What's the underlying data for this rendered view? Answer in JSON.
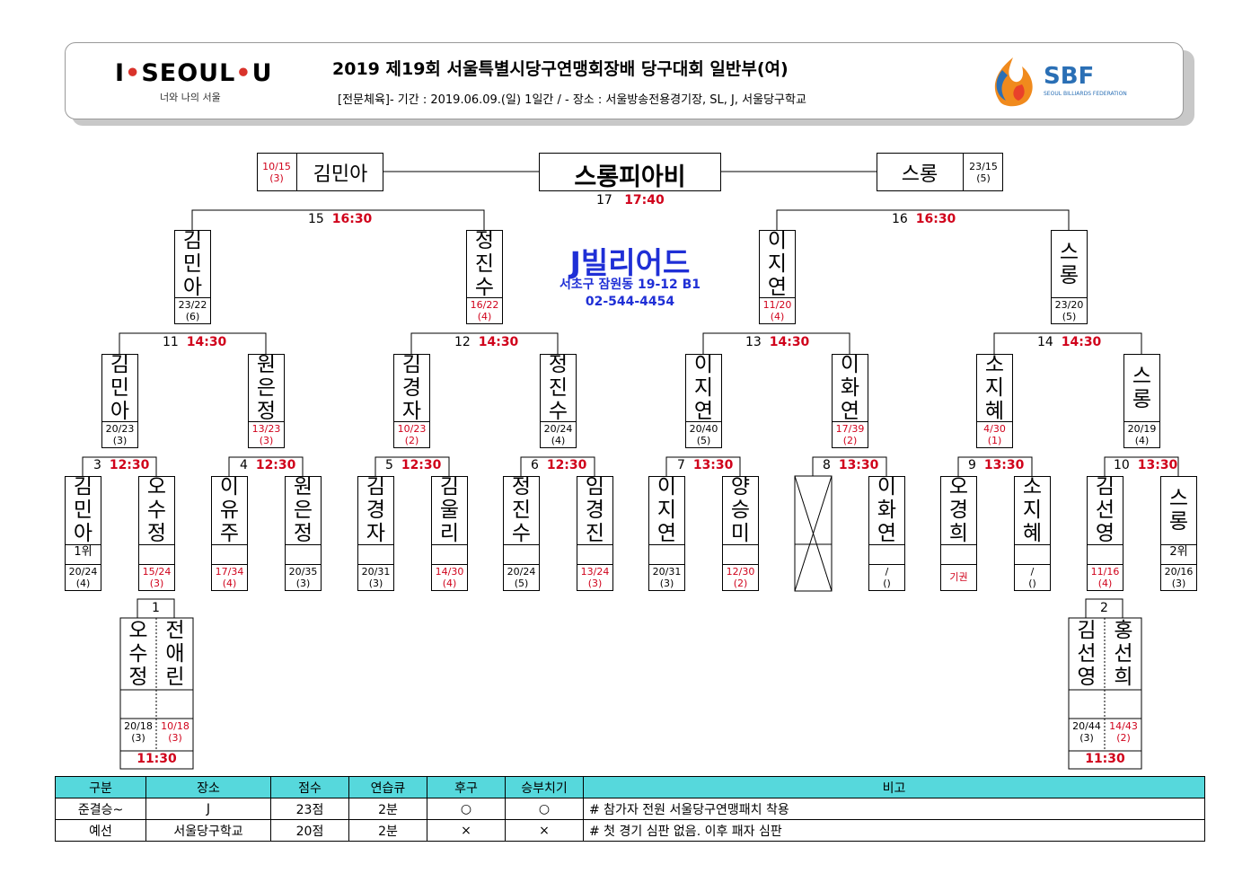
{
  "header": {
    "logo_left_i": "I",
    "logo_left_seoul": "SEOUL",
    "logo_left_u": "U",
    "logo_left_sub": "너와 나의 서울",
    "title": "2019  제19회  서울특별시당구연맹회장배  당구대회  일반부(여)",
    "subtitle": "[전문체육]- 기간 : 2019.06.09.(일) 1일간 / - 장소 : 서울방송전용경기장, SL, J, 서울당구학교",
    "logo_right": "SBF",
    "logo_right_sub": "SEOUL BILLIARDS FEDERATION"
  },
  "venue": {
    "name": "J빌리어드",
    "address": "서초구 잠원동 19-12 B1",
    "phone": "02-544-4454"
  },
  "final": {
    "champion": "스롱피아비",
    "match_no": "17",
    "time": "17:40",
    "left": {
      "name": "김민아",
      "score": "10/15",
      "inn": "(3)"
    },
    "right": {
      "name": "스롱",
      "score": "23/15",
      "inn": "(5)"
    }
  },
  "matches": {
    "m1": {
      "no": "1",
      "time": "11:30"
    },
    "m2": {
      "no": "2",
      "time": "11:30"
    },
    "m3": {
      "no": "3",
      "time": "12:30"
    },
    "m4": {
      "no": "4",
      "time": "12:30"
    },
    "m5": {
      "no": "5",
      "time": "12:30"
    },
    "m6": {
      "no": "6",
      "time": "12:30"
    },
    "m7": {
      "no": "7",
      "time": "13:30"
    },
    "m8": {
      "no": "8",
      "time": "13:30"
    },
    "m9": {
      "no": "9",
      "time": "13:30"
    },
    "m10": {
      "no": "10",
      "time": "13:30"
    },
    "m11": {
      "no": "11",
      "time": "14:30"
    },
    "m12": {
      "no": "12",
      "time": "14:30"
    },
    "m13": {
      "no": "13",
      "time": "14:30"
    },
    "m14": {
      "no": "14",
      "time": "14:30"
    },
    "m15": {
      "no": "15",
      "time": "16:30"
    },
    "m16": {
      "no": "16",
      "time": "16:30"
    }
  },
  "semis": [
    {
      "name": "김민아",
      "score": "23/22",
      "inn": "(6)",
      "red": false
    },
    {
      "name": "정진수",
      "score": "16/22",
      "inn": "(4)",
      "red": true
    },
    {
      "name": "이지연",
      "score": "11/20",
      "inn": "(4)",
      "red": true
    },
    {
      "name": "스롱",
      "score": "23/20",
      "inn": "(5)",
      "red": false
    }
  ],
  "quarters": [
    {
      "name": "김민아",
      "score": "20/23",
      "inn": "(3)",
      "red": false
    },
    {
      "name": "원은정",
      "score": "13/23",
      "inn": "(3)",
      "red": true
    },
    {
      "name": "김경자",
      "score": "10/23",
      "inn": "(2)",
      "red": true
    },
    {
      "name": "정진수",
      "score": "20/24",
      "inn": "(4)",
      "red": false
    },
    {
      "name": "이지연",
      "score": "20/40",
      "inn": "(5)",
      "red": false
    },
    {
      "name": "이화연",
      "score": "17/39",
      "inn": "(2)",
      "red": true
    },
    {
      "name": "소지혜",
      "score": "4/30",
      "inn": "(1)",
      "red": true
    },
    {
      "name": "스롱",
      "score": "20/19",
      "inn": "(4)",
      "red": false
    }
  ],
  "round16": [
    {
      "name": "김민아",
      "seed": "1위",
      "score": "20/24",
      "inn": "(4)",
      "red": false
    },
    {
      "name": "오수정",
      "seed": "",
      "score": "15/24",
      "inn": "(3)",
      "red": true
    },
    {
      "name": "이유주",
      "seed": "",
      "score": "17/34",
      "inn": "(4)",
      "red": true
    },
    {
      "name": "원은정",
      "seed": "",
      "score": "20/35",
      "inn": "(3)",
      "red": false
    },
    {
      "name": "김경자",
      "seed": "",
      "score": "20/31",
      "inn": "(3)",
      "red": false
    },
    {
      "name": "김울리",
      "seed": "",
      "score": "14/30",
      "inn": "(4)",
      "red": true
    },
    {
      "name": "정진수",
      "seed": "",
      "score": "20/24",
      "inn": "(5)",
      "red": false
    },
    {
      "name": "임경진",
      "seed": "",
      "score": "13/24",
      "inn": "(3)",
      "red": true
    },
    {
      "name": "이지연",
      "seed": "",
      "score": "20/31",
      "inn": "(3)",
      "red": false
    },
    {
      "name": "양승미",
      "seed": "",
      "score": "12/30",
      "inn": "(2)",
      "red": true
    },
    {
      "name": "",
      "seed": "",
      "score": "",
      "inn": "",
      "red": false
    },
    {
      "name": "이화연",
      "seed": "",
      "score": "/",
      "inn": "()",
      "red": false
    },
    {
      "name": "오경희",
      "seed": "",
      "score": "기권",
      "inn": "",
      "red": true
    },
    {
      "name": "소지혜",
      "seed": "",
      "score": "/",
      "inn": "()",
      "red": false
    },
    {
      "name": "김선영",
      "seed": "",
      "score": "11/16",
      "inn": "(4)",
      "red": true
    },
    {
      "name": "스롱",
      "seed": "2위",
      "score": "20/16",
      "inn": "(3)",
      "red": false
    }
  ],
  "prelim": [
    {
      "name": "오수정",
      "score": "20/18",
      "inn": "(3)",
      "red": false
    },
    {
      "name": "전애린",
      "score": "10/18",
      "inn": "(3)",
      "red": true
    },
    {
      "name": "김선영",
      "score": "20/44",
      "inn": "(3)",
      "red": false
    },
    {
      "name": "홍선희",
      "score": "14/43",
      "inn": "(2)",
      "red": true
    }
  ],
  "table": {
    "headers": [
      "구분",
      "장소",
      "점수",
      "연습큐",
      "후구",
      "승부치기",
      "비고"
    ],
    "rows": [
      [
        "준결승~",
        "J",
        "23점",
        "2분",
        "○",
        "○",
        "# 참가자 전원 서울당구연맹패치 착용"
      ],
      [
        "예선",
        "서울당구학교",
        "20점",
        "2분",
        "×",
        "×",
        "# 첫 경기 심판 없음. 이후 패자 심판"
      ]
    ]
  }
}
